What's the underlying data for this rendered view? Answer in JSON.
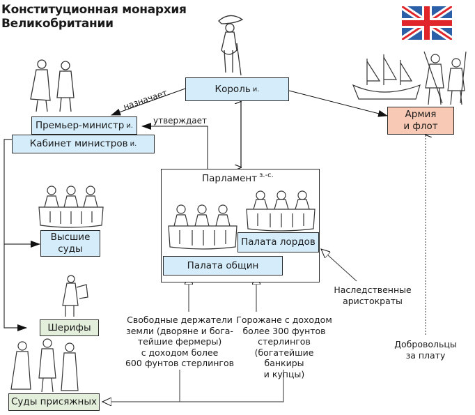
{
  "title": {
    "line1": "Конституционная монархия",
    "line2": "Великобритании"
  },
  "nodes": {
    "king": {
      "label": "Король",
      "sup": "и."
    },
    "prime_minister": {
      "label": "Премьер-министр",
      "sup": "и."
    },
    "cabinet": {
      "label": "Кабинет министров",
      "sup": "и."
    },
    "army": {
      "line1": "Армия",
      "line2": "и флот"
    },
    "parliament": {
      "label": "Парламент",
      "sup": "з.-с."
    },
    "house_of_lords": {
      "label": "Палата лордов"
    },
    "house_of_commons": {
      "label": "Палата общин"
    },
    "high_courts": {
      "line1": "Высшие",
      "line2": "суды"
    },
    "sheriffs": {
      "label": "Шерифы"
    },
    "jury_courts": {
      "label": "Суды присяжных"
    }
  },
  "edge_labels": {
    "appoints": "назначает",
    "approves": "утверждает"
  },
  "annotations": {
    "hereditary": [
      "Наследственные",
      "аристократы"
    ],
    "freeholders": [
      "Свободные держатели",
      "земли (дворяне и  бога-",
      "тейшие фермеры)",
      "с доходом более",
      "600 фунтов стерлингов"
    ],
    "townsmen": [
      "Горожане с доходом",
      "более 300 фунтов",
      "стерлингов",
      "(богатейшие банкиры",
      "и купцы)"
    ],
    "volunteers": [
      "Добровольцы",
      "за плату"
    ]
  },
  "colors": {
    "blue_box": "#d5ecfa",
    "green_box": "#e3efdb",
    "salmon_box": "#f8c9b4",
    "flag_blue": "#2b5fa8",
    "flag_red": "#e0262b"
  },
  "illustrations": {
    "king": "king-figure-illustration",
    "ministers": "two-ministers-illustration",
    "army": "ship-and-soldiers-illustration",
    "lords": "lords-at-table-illustration",
    "commons": "commons-at-table-illustration",
    "high_courts": "judges-at-table-illustration",
    "sheriff": "sheriff-figure-illustration",
    "jury": "jurors-group-illustration",
    "flag": "union-flag-icon"
  }
}
